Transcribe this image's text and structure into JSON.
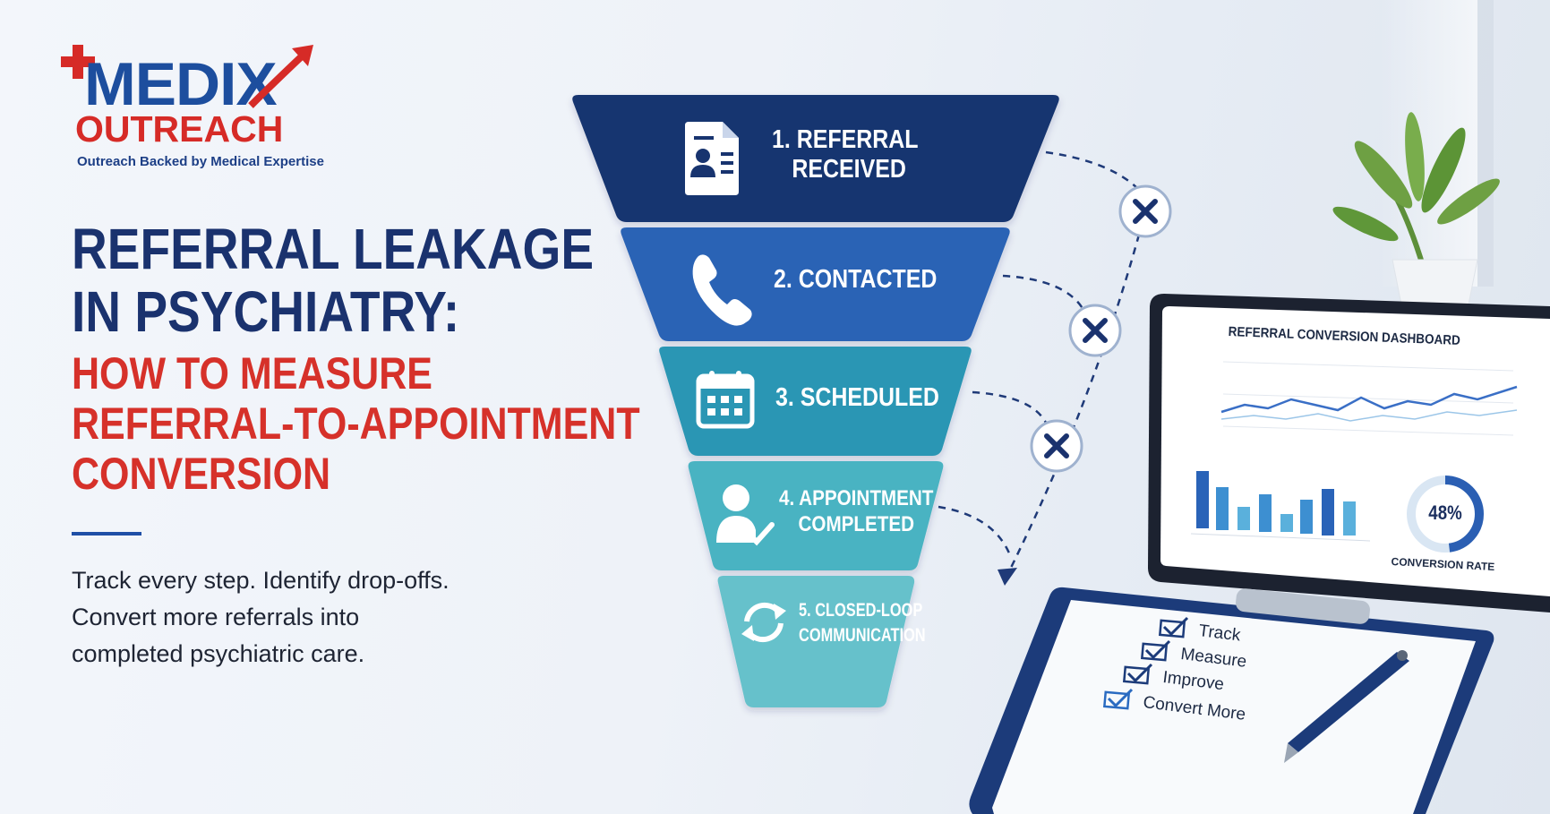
{
  "logo": {
    "brand_top": "MEDIX",
    "brand_bottom": "OUTREACH",
    "tagline": "Outreach Backed by Medical Expertise"
  },
  "headline": {
    "line1": "REFERRAL LEAKAGE",
    "line2": "IN PSYCHIATRY:",
    "line3": "HOW TO MEASURE",
    "line4": "REFERRAL-TO-APPOINTMENT",
    "line5": "CONVERSION"
  },
  "tagline": {
    "line1": "Track every step. Identify drop-offs.",
    "line2": "Convert more referrals into",
    "line3": "completed psychiatric care."
  },
  "funnel": {
    "stages": [
      {
        "line1": "1. REFERRAL",
        "line2": "RECEIVED",
        "icon": "document-person-icon",
        "color": "#18346f"
      },
      {
        "line1": "2. CONTACTED",
        "line2": "",
        "icon": "phone-icon",
        "color": "#2b63b5"
      },
      {
        "line1": "3. SCHEDULED",
        "line2": "",
        "icon": "calendar-icon",
        "color": "#2a96b4"
      },
      {
        "line1": "4. APPOINTMENT",
        "line2": "COMPLETED",
        "icon": "person-check-icon",
        "color": "#48b3c2"
      },
      {
        "line1": "5. CLOSED-LOOP",
        "line2": "COMMUNICATION",
        "icon": "refresh-icon",
        "color": "#66c1cb"
      }
    ],
    "dropoff_marks": [
      "x-icon",
      "x-icon",
      "x-icon"
    ]
  },
  "dashboard": {
    "title": "REFERRAL CONVERSION DASHBOARD",
    "gauge_value": "48%",
    "gauge_fraction": 0.48,
    "gauge_label": "CONVERSION RATE"
  },
  "checklist": {
    "items": [
      "Track",
      "Measure",
      "Improve",
      "Convert More"
    ]
  },
  "colors": {
    "navy": "#1a326e",
    "red": "#d6312a",
    "accent_blue": "#1f4fa6"
  }
}
